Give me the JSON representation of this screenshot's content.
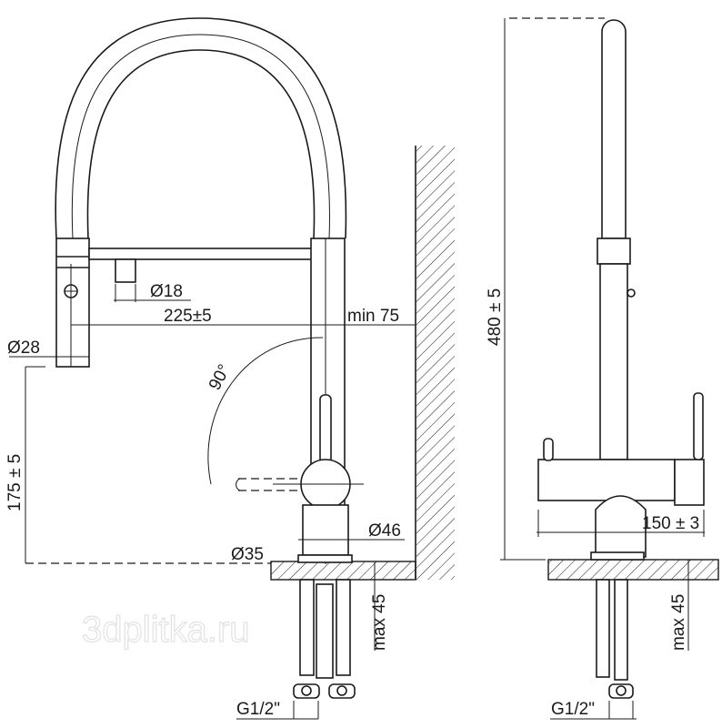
{
  "watermark": "3dplitka.ru",
  "front_view": {
    "dim_spray_diameter": "Ø18",
    "dim_reach": "225±5",
    "dim_wall_min": "min 75",
    "dim_head_diameter": "Ø28",
    "dim_angle": "90°",
    "dim_height": "175 ± 5",
    "dim_body_diameter": "Ø46",
    "dim_base_diameter": "Ø35",
    "dim_counter_max": "max 45",
    "dim_connection": "G1/2\""
  },
  "side_view": {
    "dim_total_height": "480 ± 5",
    "dim_width": "150 ± 3",
    "dim_counter_max": "max 45",
    "dim_connection": "G1/2\""
  }
}
